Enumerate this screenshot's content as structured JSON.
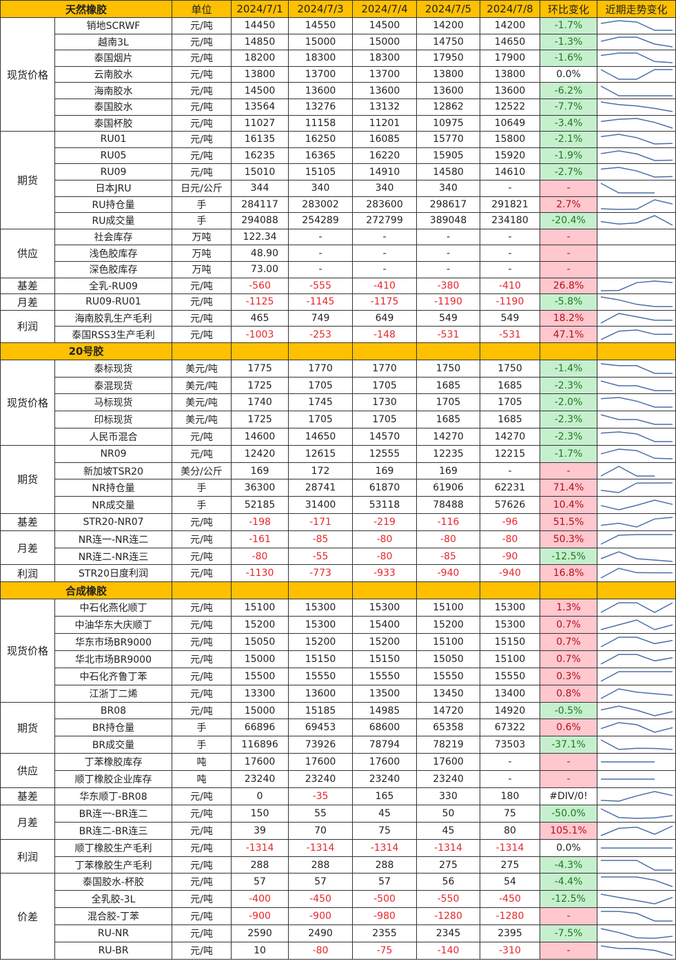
{
  "header": {
    "dates": [
      "2024/7/1",
      "2024/7/3",
      "2024/7/4",
      "2024/7/5",
      "2024/7/8"
    ],
    "unit": "单位",
    "change": "环比变化",
    "trend": "近期走势变化"
  },
  "colors": {
    "header": "#ffc000",
    "up_bg": "#ffc7ce",
    "down_bg": "#c6efce",
    "negative_text": "#e8262a"
  },
  "sections": [
    {
      "title": "天然橡胶",
      "groups": [
        {
          "name": "现货价格",
          "rows": [
            [
              "销地SCRWF",
              "元/吨",
              "14450",
              "14550",
              "14500",
              "14200",
              "14200",
              "-1.7%",
              "g"
            ],
            [
              "越南3L",
              "元/吨",
              "14850",
              "15000",
              "15000",
              "14750",
              "14650",
              "-1.3%",
              "g"
            ],
            [
              "泰国烟片",
              "元/吨",
              "18200",
              "18300",
              "18300",
              "17950",
              "17900",
              "-1.6%",
              "g"
            ],
            [
              "云南胶水",
              "元/吨",
              "13800",
              "13700",
              "13700",
              "13800",
              "13800",
              "0.0%",
              "n"
            ],
            [
              "海南胶水",
              "元/吨",
              "14500",
              "13600",
              "13600",
              "13600",
              "13600",
              "-6.2%",
              "g"
            ],
            [
              "泰国胶水",
              "元/吨",
              "13564",
              "13276",
              "13132",
              "12862",
              "12522",
              "-7.7%",
              "g"
            ],
            [
              "泰国杯胶",
              "元/吨",
              "11027",
              "11158",
              "11201",
              "10975",
              "10649",
              "-3.4%",
              "g"
            ]
          ]
        },
        {
          "name": "期货",
          "rows": [
            [
              "RU01",
              "元/吨",
              "16135",
              "16250",
              "16085",
              "15770",
              "15800",
              "-2.1%",
              "g"
            ],
            [
              "RU05",
              "元/吨",
              "16235",
              "16365",
              "16220",
              "15905",
              "15920",
              "-1.9%",
              "g"
            ],
            [
              "RU09",
              "元/吨",
              "15010",
              "15105",
              "14910",
              "14580",
              "14610",
              "-2.7%",
              "g"
            ],
            [
              "日本JRU",
              "日元/公斤",
              "344",
              "340",
              "340",
              "340",
              "-",
              "-",
              "r"
            ],
            [
              "RU持仓量",
              "手",
              "284117",
              "283002",
              "283600",
              "298617",
              "291821",
              "2.7%",
              "r"
            ],
            [
              "RU成交量",
              "手",
              "294088",
              "254289",
              "272799",
              "389048",
              "234180",
              "-20.4%",
              "g"
            ]
          ]
        },
        {
          "name": "供应",
          "rows": [
            [
              "社会库存",
              "万吨",
              "122.34",
              "-",
              "-",
              "-",
              "-",
              "-",
              "r"
            ],
            [
              "浅色胶库存",
              "万吨",
              "48.90",
              "-",
              "-",
              "-",
              "-",
              "-",
              "r"
            ],
            [
              "深色胶库存",
              "万吨",
              "73.00",
              "-",
              "-",
              "-",
              "-",
              "-",
              "r"
            ]
          ]
        },
        {
          "name": "基差",
          "rows": [
            [
              "全乳-RU09",
              "元/吨",
              "-560",
              "-555",
              "-410",
              "-380",
              "-410",
              "26.8%",
              "r"
            ]
          ]
        },
        {
          "name": "月差",
          "rows": [
            [
              "RU09-RU01",
              "元/吨",
              "-1125",
              "-1145",
              "-1175",
              "-1190",
              "-1190",
              "-5.8%",
              "g"
            ]
          ]
        },
        {
          "name": "利润",
          "rows": [
            [
              "海南胶乳生产毛利",
              "元/吨",
              "465",
              "749",
              "649",
              "549",
              "549",
              "18.2%",
              "r"
            ],
            [
              "泰国RSS3生产毛利",
              "元/吨",
              "-1003",
              "-253",
              "-148",
              "-531",
              "-531",
              "47.1%",
              "r"
            ]
          ]
        }
      ]
    },
    {
      "title": "20号胶",
      "groups": [
        {
          "name": "现货价格",
          "rows": [
            [
              "泰标现货",
              "美元/吨",
              "1775",
              "1770",
              "1770",
              "1750",
              "1750",
              "-1.4%",
              "g"
            ],
            [
              "泰混现货",
              "美元/吨",
              "1725",
              "1705",
              "1705",
              "1685",
              "1685",
              "-2.3%",
              "g"
            ],
            [
              "马标现货",
              "美元/吨",
              "1740",
              "1745",
              "1730",
              "1705",
              "1705",
              "-2.0%",
              "g"
            ],
            [
              "印标现货",
              "美元/吨",
              "1725",
              "1705",
              "1705",
              "1685",
              "1685",
              "-2.3%",
              "g"
            ],
            [
              "人民币混合",
              "元/吨",
              "14600",
              "14650",
              "14570",
              "14270",
              "14270",
              "-2.3%",
              "g"
            ]
          ]
        },
        {
          "name": "期货",
          "rows": [
            [
              "NR09",
              "元/吨",
              "12420",
              "12615",
              "12555",
              "12235",
              "12215",
              "-1.7%",
              "g"
            ],
            [
              "新加坡TSR20",
              "美分/公斤",
              "169",
              "172",
              "169",
              "169",
              "-",
              "-",
              "r"
            ],
            [
              "NR持仓量",
              "手",
              "36300",
              "28741",
              "61870",
              "61906",
              "62231",
              "71.4%",
              "r"
            ],
            [
              "NR成交量",
              "手",
              "52185",
              "31400",
              "53118",
              "78488",
              "57626",
              "10.4%",
              "r"
            ]
          ]
        },
        {
          "name": "基差",
          "rows": [
            [
              "STR20-NR07",
              "元/吨",
              "-198",
              "-171",
              "-219",
              "-116",
              "-96",
              "51.5%",
              "r"
            ]
          ]
        },
        {
          "name": "月差",
          "rows": [
            [
              "NR连一-NR连二",
              "元/吨",
              "-161",
              "-85",
              "-80",
              "-80",
              "-80",
              "50.3%",
              "r"
            ],
            [
              "NR连二-NR连三",
              "元/吨",
              "-80",
              "-55",
              "-80",
              "-85",
              "-90",
              "-12.5%",
              "g"
            ]
          ]
        },
        {
          "name": "利润",
          "rows": [
            [
              "STR20日度利润",
              "元/吨",
              "-1130",
              "-773",
              "-933",
              "-940",
              "-940",
              "16.8%",
              "r"
            ]
          ]
        }
      ]
    },
    {
      "title": "合成橡胶",
      "groups": [
        {
          "name": "现货价格",
          "rows": [
            [
              "中石化燕化顺丁",
              "元/吨",
              "15100",
              "15300",
              "15300",
              "15100",
              "15300",
              "1.3%",
              "r"
            ],
            [
              "中油华东大庆顺丁",
              "元/吨",
              "15200",
              "15300",
              "15400",
              "15200",
              "15300",
              "0.7%",
              "r"
            ],
            [
              "华东市场BR9000",
              "元/吨",
              "15050",
              "15200",
              "15200",
              "15100",
              "15150",
              "0.7%",
              "r"
            ],
            [
              "华北市场BR9000",
              "元/吨",
              "15000",
              "15150",
              "15150",
              "15050",
              "15100",
              "0.7%",
              "r"
            ],
            [
              "中石化齐鲁丁苯",
              "元/吨",
              "15500",
              "15550",
              "15550",
              "15550",
              "15550",
              "0.3%",
              "r"
            ],
            [
              "江浙丁二烯",
              "元/吨",
              "13300",
              "13600",
              "13500",
              "13450",
              "13400",
              "0.8%",
              "r"
            ]
          ]
        },
        {
          "name": "期货",
          "rows": [
            [
              "BR08",
              "元/吨",
              "15000",
              "15185",
              "14985",
              "14720",
              "14920",
              "-0.5%",
              "g"
            ],
            [
              "BR持仓量",
              "手",
              "66896",
              "69453",
              "68600",
              "65358",
              "67322",
              "0.6%",
              "r"
            ],
            [
              "BR成交量",
              "手",
              "116896",
              "73926",
              "78794",
              "78219",
              "73503",
              "-37.1%",
              "g"
            ]
          ]
        },
        {
          "name": "供应",
          "rows": [
            [
              "丁苯橡胶库存",
              "吨",
              "17600",
              "17600",
              "17600",
              "17600",
              "-",
              "-",
              "r"
            ],
            [
              "顺丁橡胶企业库存",
              "吨",
              "23240",
              "23240",
              "23240",
              "23240",
              "-",
              "-",
              "r"
            ]
          ]
        },
        {
          "name": "基差",
          "rows": [
            [
              "华东顺丁-BR08",
              "元/吨",
              "0",
              "-35",
              "165",
              "330",
              "180",
              "#DIV/0!",
              "n"
            ]
          ]
        },
        {
          "name": "月差",
          "rows": [
            [
              "BR连一-BR连二",
              "元/吨",
              "150",
              "55",
              "45",
              "50",
              "75",
              "-50.0%",
              "g"
            ],
            [
              "BR连二-BR连三",
              "元/吨",
              "39",
              "70",
              "75",
              "45",
              "80",
              "105.1%",
              "r"
            ]
          ]
        },
        {
          "name": "利润",
          "rows": [
            [
              "顺丁橡胶生产毛利",
              "元/吨",
              "-1314",
              "-1314",
              "-1314",
              "-1314",
              "-1314",
              "0.0%",
              "n"
            ],
            [
              "丁苯橡胶生产毛利",
              "元/吨",
              "288",
              "288",
              "288",
              "275",
              "275",
              "-4.3%",
              "g"
            ]
          ]
        },
        {
          "name": "价差",
          "rows": [
            [
              "泰国胶水-杯胶",
              "元/吨",
              "57",
              "57",
              "57",
              "56",
              "54",
              "-4.4%",
              "g"
            ],
            [
              "全乳胶-3L",
              "元/吨",
              "-400",
              "-450",
              "-500",
              "-550",
              "-450",
              "-12.5%",
              "g"
            ],
            [
              "混合胶-丁苯",
              "元/吨",
              "-900",
              "-900",
              "-980",
              "-1280",
              "-1280",
              "-",
              "r"
            ],
            [
              "RU-NR",
              "元/吨",
              "2590",
              "2490",
              "2355",
              "2345",
              "2395",
              "-7.5%",
              "g"
            ],
            [
              "RU-BR",
              "元/吨",
              "10",
              "-80",
              "-75",
              "-140",
              "-310",
              "-",
              "r"
            ]
          ]
        }
      ]
    }
  ]
}
